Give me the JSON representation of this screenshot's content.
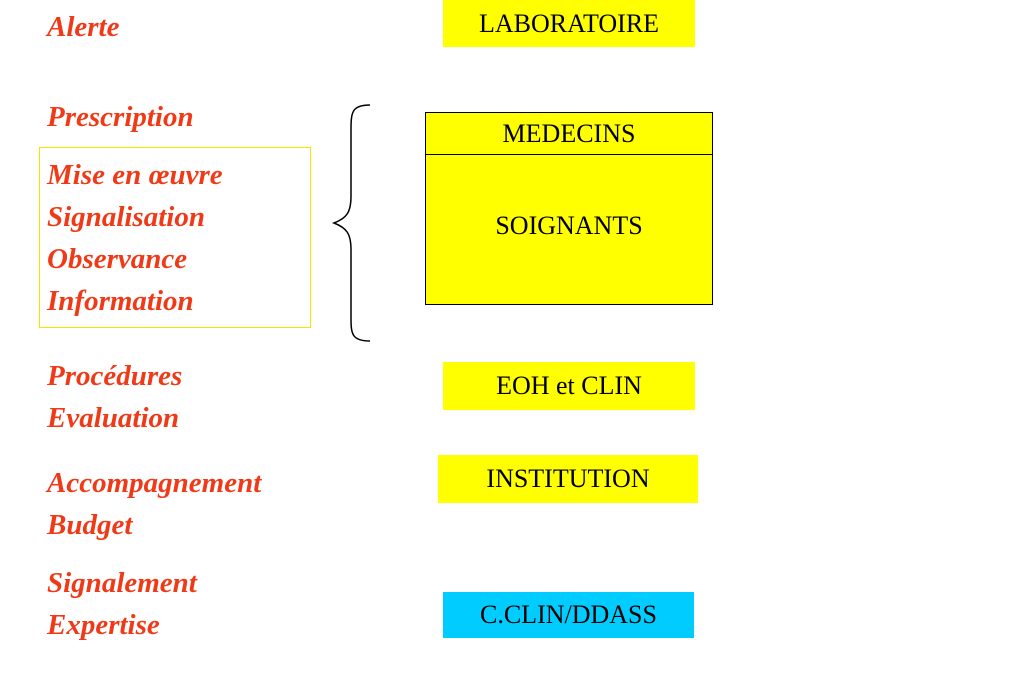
{
  "colors": {
    "role_text": "#f03a17",
    "actor_yellow": "#ffff00",
    "actor_cyan": "#00ccff",
    "group_border": "#f2e600"
  },
  "roles": {
    "alerte": [
      "Alerte"
    ],
    "prescription": [
      "Prescription"
    ],
    "soins": [
      "Mise en œuvre",
      "Signalisation",
      "Observance",
      "Information"
    ],
    "procedures": [
      "Procédures",
      "Evaluation"
    ],
    "accompagnement": [
      "Accompagnement",
      "Budget"
    ],
    "signalement": [
      "Signalement",
      "Expertise"
    ]
  },
  "actors": {
    "laboratoire": "LABORATOIRE",
    "medecins": "MEDECINS",
    "soignants": "SOIGNANTS",
    "eoh_clin": "EOH et CLIN",
    "institution": "INSTITUTION",
    "cclin_ddass": "C.CLIN/DDASS"
  }
}
